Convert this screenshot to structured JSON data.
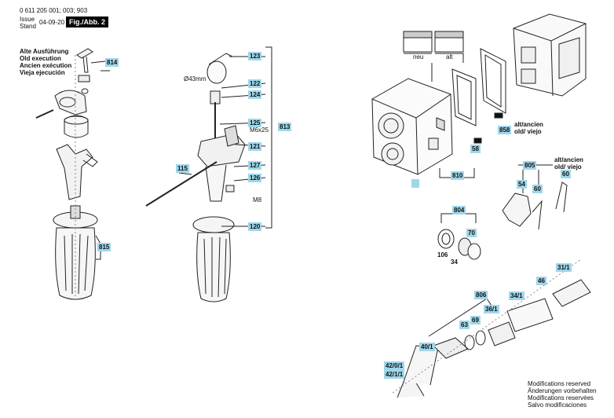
{
  "header": {
    "part_numbers": "0 611 205 001; 003; 903",
    "issue_label": "Issue",
    "stand_label": "Stand",
    "date": "04-09-20",
    "figure": "Fig./Abb. 2"
  },
  "old_execution": {
    "line1": "Alte Ausführung",
    "line2": "Old execution",
    "line3": "Ancien exécution",
    "line4": "Vieja ejecución"
  },
  "inset": {
    "new_label": "neu",
    "old_label": "alt"
  },
  "annotations": {
    "diameter": "Ø43mm",
    "thread": "M6x25",
    "m8": "M8",
    "alt_ancien_1": "alt/ancien",
    "old_viejo_1": "old/ viejo",
    "alt_ancien_2": "alt/ancien",
    "old_viejo_2": "old/ viejo"
  },
  "parts": {
    "p814": "814",
    "p815": "815",
    "p123": "123",
    "p122": "122",
    "p124": "124",
    "p125": "125",
    "p121": "121",
    "p127": "127",
    "p126": "126",
    "p120": "120",
    "p115": "115",
    "p813": "813",
    "p858": "858",
    "p58": "58",
    "p810": "810",
    "p805": "805",
    "p54": "54",
    "p60a": "60",
    "p60b": "60",
    "p804": "804",
    "p70": "70",
    "p106": "106",
    "p34": "34",
    "p806": "806",
    "p31_1": "31/1",
    "p46": "46",
    "p34_1": "34/1",
    "p36_1": "36/1",
    "p69": "69",
    "p63": "63",
    "p40_1": "40/1",
    "p42_0_1": "42/0/1",
    "p42_1_1": "42/1/1"
  },
  "footer": {
    "line1": "Modifications reserved",
    "line2": "Änderungen vorbehalten",
    "line3": "Modifications reservées",
    "line4": "Salvo modificaciones"
  }
}
